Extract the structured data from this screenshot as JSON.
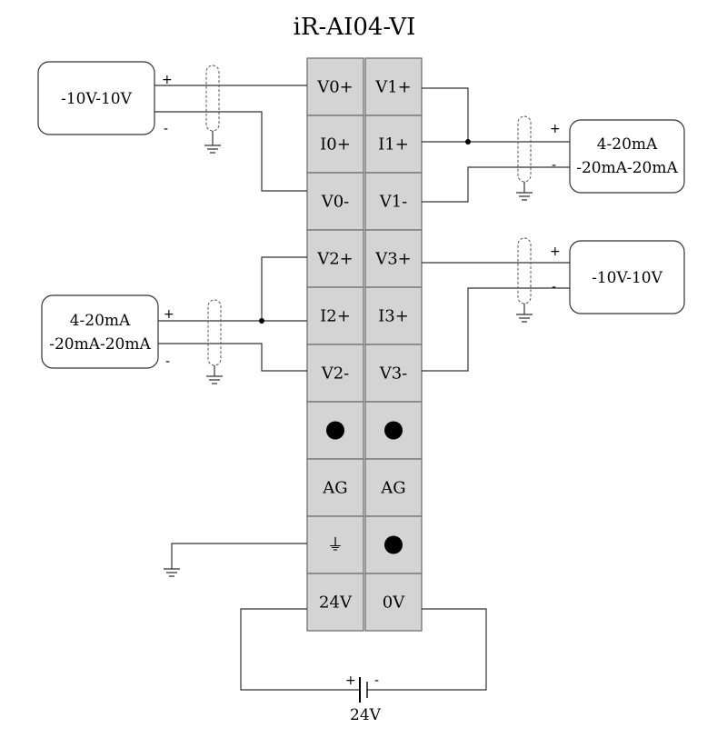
{
  "title": "iR-AI04-VI",
  "sources": {
    "left_top": [
      "-10V-10V"
    ],
    "right_top": [
      "4-20mA",
      "-20mA-20mA"
    ],
    "left_bottom": [
      "4-20mA",
      "-20mA-20mA"
    ],
    "right_bottom": [
      "-10V-10V"
    ]
  },
  "polarity": {
    "plus": "+",
    "minus": "-"
  },
  "terminals": {
    "left": [
      "V0+",
      "I0+",
      "V0-",
      "V2+",
      "I2+",
      "V2-",
      "●",
      "AG",
      "⏚",
      "24V"
    ],
    "right": [
      "V1+",
      "I1+",
      "V1-",
      "V3+",
      "I3+",
      "V3-",
      "●",
      "AG",
      "●",
      "0V"
    ]
  },
  "supply": {
    "label": "24V",
    "plus": "+",
    "minus": "-"
  },
  "icons": {
    "shield": "cable-shield-icon",
    "ground": "ground-icon",
    "battery": "battery-icon"
  }
}
